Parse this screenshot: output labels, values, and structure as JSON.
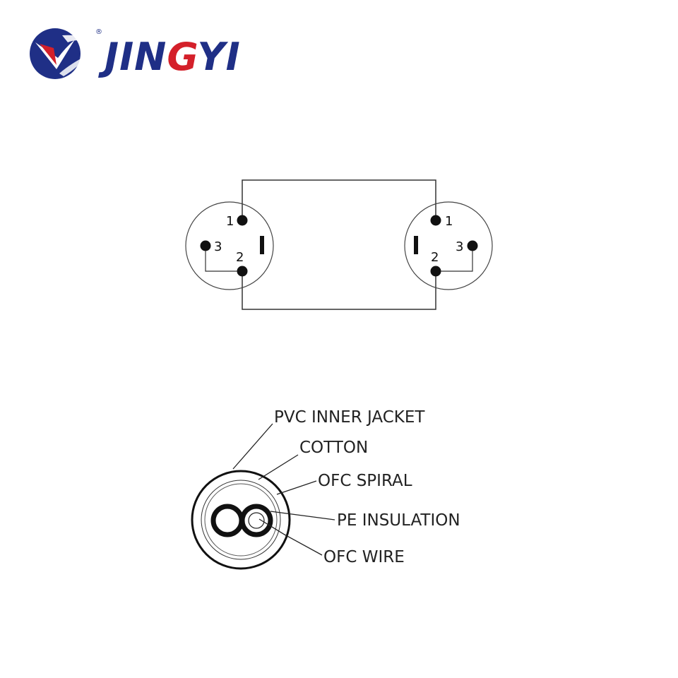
{
  "brand": {
    "name_part1": "JIN",
    "name_part2": "G",
    "name_part3": "YI",
    "registered": "®",
    "primary_color": "#1f2f86",
    "accent_color": "#d4202a"
  },
  "wiring": {
    "left_connector": {
      "pins": [
        "1",
        "3",
        "2"
      ]
    },
    "right_connector": {
      "pins": [
        "1",
        "3",
        "2"
      ]
    }
  },
  "cable_cross_section": {
    "layers": [
      "PVC INNER JACKET",
      "COTTON",
      "OFC SPIRAL",
      "PE INSULATION",
      "OFC WIRE"
    ]
  }
}
